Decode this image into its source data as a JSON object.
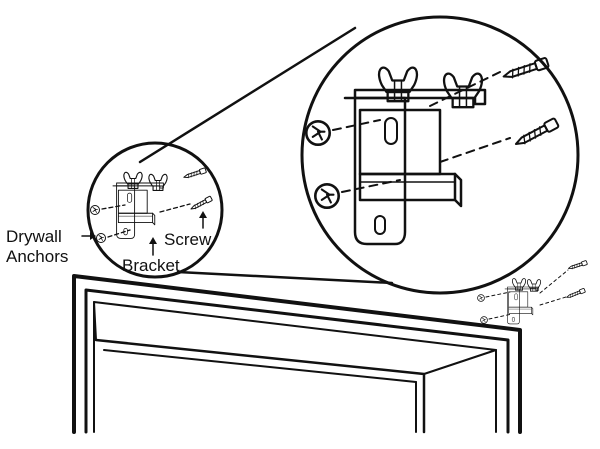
{
  "labels": {
    "drywall_line1": "Drywall",
    "drywall_line2": "Anchors",
    "bracket": "Bracket",
    "screw": "Screw"
  },
  "colors": {
    "ink": "#111111",
    "paper": "#ffffff"
  },
  "icons": {
    "anchor": "drywall-anchor-icon",
    "screw": "screw-icon",
    "wingnut": "wing-nut-icon",
    "bracket": "mounting-bracket-icon"
  }
}
